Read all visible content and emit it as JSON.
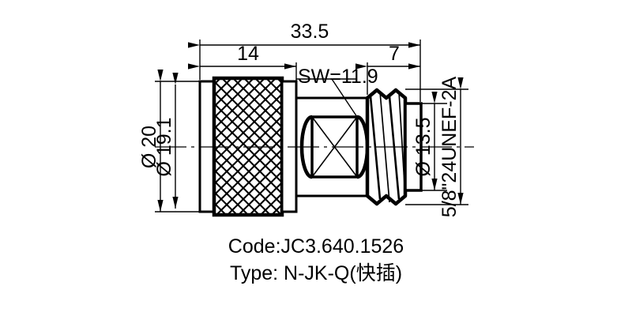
{
  "drawing": {
    "title": "N-type RF coaxial connector outline drawing",
    "dimensions": {
      "overall_length": "33.5",
      "knurl_length": "14",
      "thread_length": "7",
      "across_flats": "SW=11.9",
      "outer_diameter": "Ø 20",
      "knurl_diameter": "Ø 19.1",
      "thread_minor_diameter": "Ø 13.5",
      "thread_spec": "5/8\"24UNEF-2A"
    },
    "caption": {
      "code_line": "Code:JC3.640.1526",
      "type_prefix": "Type: N-JK-Q(",
      "type_cjk": "快插",
      "type_suffix": ")",
      "type_line": "Type: N-JK-Q(快插)"
    },
    "colors": {
      "line": "#000000",
      "background": "#ffffff",
      "thin_line": "#1a1a1a"
    }
  }
}
